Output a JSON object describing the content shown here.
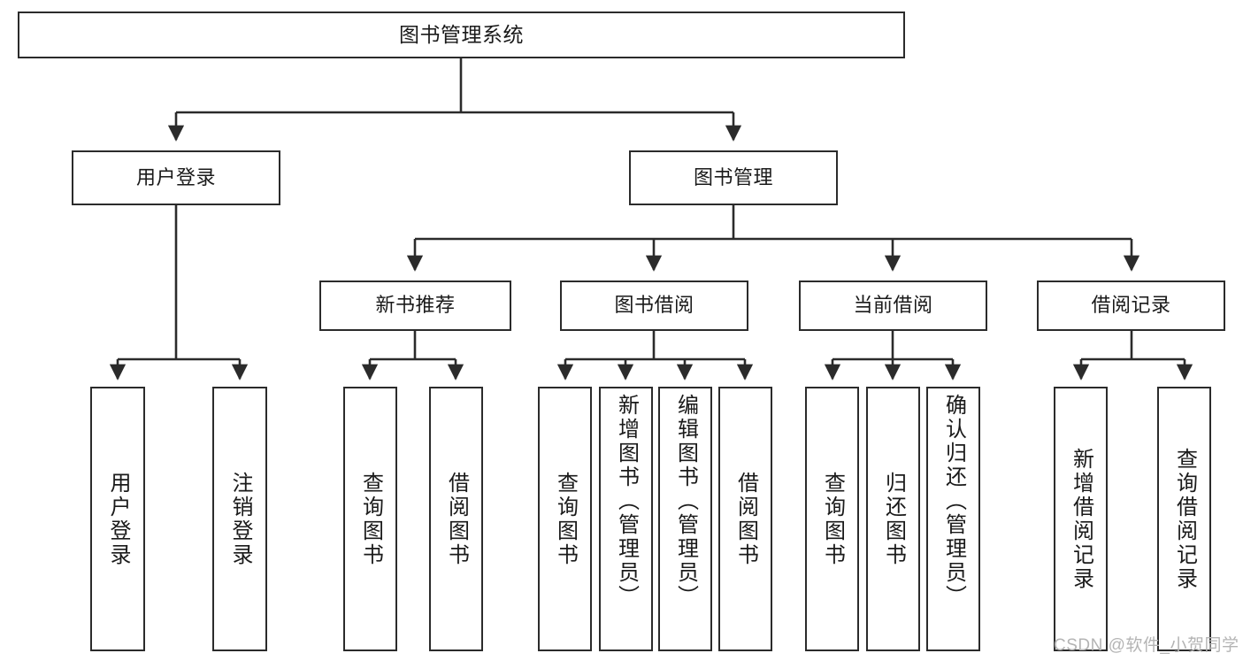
{
  "diagram": {
    "type": "tree-hierarchy",
    "title": "图书管理系统",
    "watermark": "CSDN @软件_小贺同学",
    "colors": {
      "stroke": "#2b2b2b",
      "fill": "#ffffff",
      "text": "#1a1a1a",
      "watermark": "#b4b4b4"
    },
    "levels": {
      "root": {
        "label": "图书管理系统"
      },
      "level2": [
        {
          "label": "用户登录"
        },
        {
          "label": "图书管理"
        }
      ],
      "level3": [
        {
          "label": "新书推荐"
        },
        {
          "label": "图书借阅"
        },
        {
          "label": "当前借阅"
        },
        {
          "label": "借阅记录"
        }
      ],
      "leaves": [
        {
          "label": "用户登录",
          "parent": "用户登录"
        },
        {
          "label": "注销登录",
          "parent": "用户登录"
        },
        {
          "label": "查询图书",
          "parent": "新书推荐"
        },
        {
          "label": "借阅图书",
          "parent": "新书推荐"
        },
        {
          "label": "查询图书",
          "parent": "图书借阅"
        },
        {
          "label": "新增图书（管理员）",
          "parent": "图书借阅"
        },
        {
          "label": "编辑图书（管理员）",
          "parent": "图书借阅"
        },
        {
          "label": "借阅图书",
          "parent": "图书借阅"
        },
        {
          "label": "查询图书",
          "parent": "当前借阅"
        },
        {
          "label": "归还图书",
          "parent": "当前借阅"
        },
        {
          "label": "确认归还（管理员）",
          "parent": "当前借阅"
        },
        {
          "label": "新增借阅记录",
          "parent": "借阅记录"
        },
        {
          "label": "查询借阅记录",
          "parent": "借阅记录"
        }
      ]
    }
  }
}
